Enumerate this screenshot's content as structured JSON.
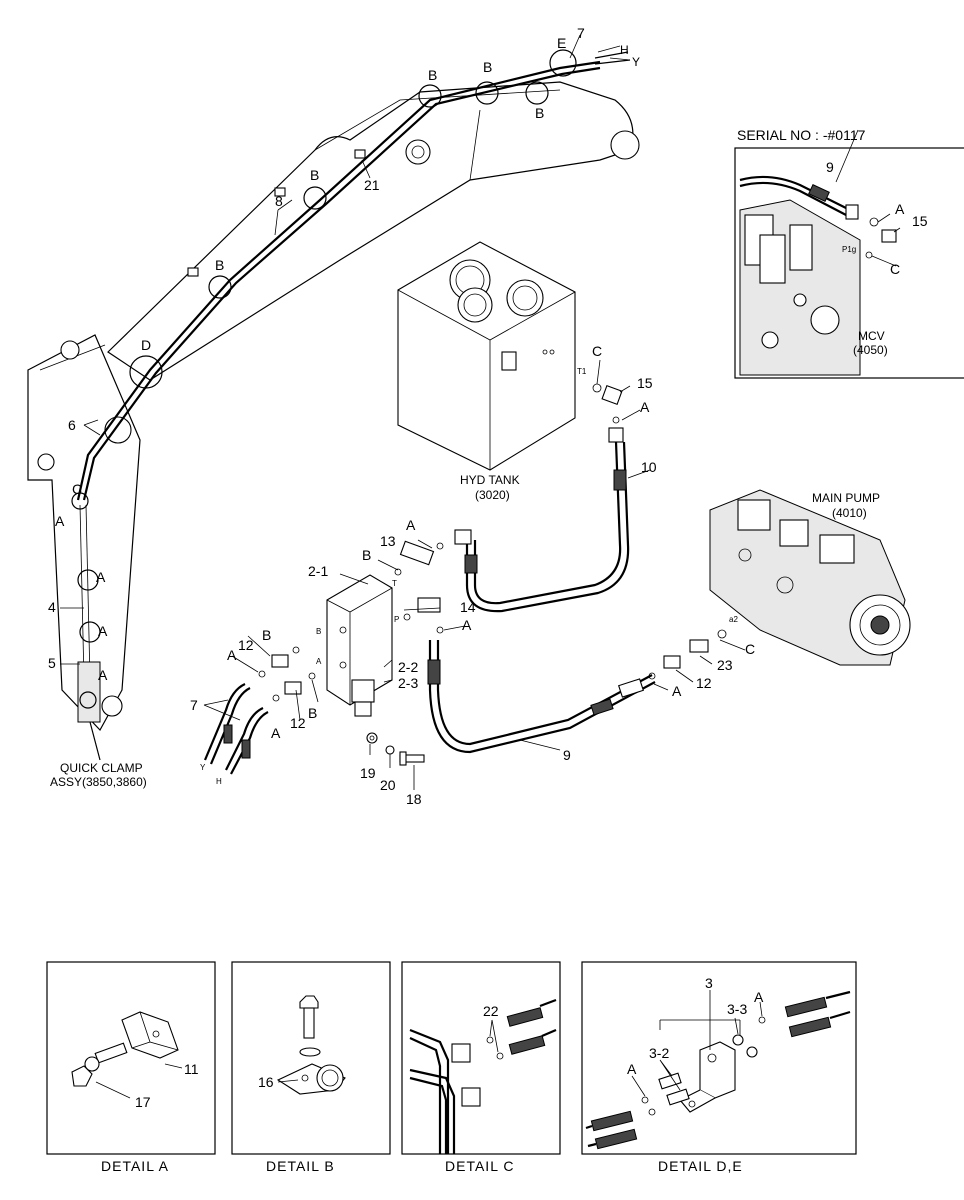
{
  "serial_box": {
    "title": "SERIAL NO : -#0117",
    "mcv_label": "MCV",
    "mcv_code": "(4050)",
    "port_label": "P1g",
    "callouts": {
      "hose": "9",
      "fitting": "15",
      "a": "A",
      "c": "C"
    }
  },
  "hyd_tank": {
    "label": "HYD TANK",
    "code": "(3020)",
    "port_label": "T1",
    "callouts": {
      "c": "C",
      "fitting": "15",
      "a": "A",
      "hose": "10"
    }
  },
  "main_pump": {
    "label": "MAIN PUMP",
    "code": "(4010)",
    "port_label": "a2",
    "callouts": {
      "c": "C",
      "fitting": "23",
      "nipple": "12",
      "a": "A"
    }
  },
  "valve": {
    "callouts": {
      "block": "2-1",
      "part_22": "2-2",
      "part_23": "2-3",
      "elbow": "13",
      "tee": "14",
      "hose": "9",
      "nip_l1": "12",
      "nip_l2": "12",
      "b1": "B",
      "b2": "B",
      "b3": "B",
      "b4": "B",
      "a1": "A",
      "a2": "A",
      "a3": "A",
      "a4": "A",
      "pipes": "7",
      "washer": "19",
      "lockwasher": "20",
      "bolt": "18"
    },
    "port_t": "T",
    "port_p": "P",
    "port_b": "B",
    "port_a": "A",
    "hose_y": "Y",
    "hose_h": "H"
  },
  "boom": {
    "callouts": {
      "e": "E",
      "seven": "7",
      "h": "H",
      "y": "Y",
      "b_top1": "B",
      "b_top2": "B",
      "b_top3": "B",
      "b_mid": "B",
      "b_low": "B",
      "d": "D",
      "eight": "8",
      "twentyone": "21",
      "six": "6",
      "c": "C",
      "a1": "A",
      "a2": "A",
      "a3": "A",
      "a4": "A",
      "four": "4",
      "five": "5"
    },
    "quick_clamp_label": "QUICK CLAMP",
    "quick_clamp_code": "ASSY(3850,3860)"
  },
  "details": [
    {
      "caption": "DETAIL  A",
      "callouts": [
        "11",
        "17"
      ]
    },
    {
      "caption": "DETAIL  B",
      "callouts": [
        "16"
      ]
    },
    {
      "caption": "DETAIL  C",
      "callouts": [
        "22"
      ]
    },
    {
      "caption": "DETAIL  D,E",
      "callouts": [
        "3",
        "3-3",
        "A",
        "3-2",
        "A"
      ]
    }
  ]
}
